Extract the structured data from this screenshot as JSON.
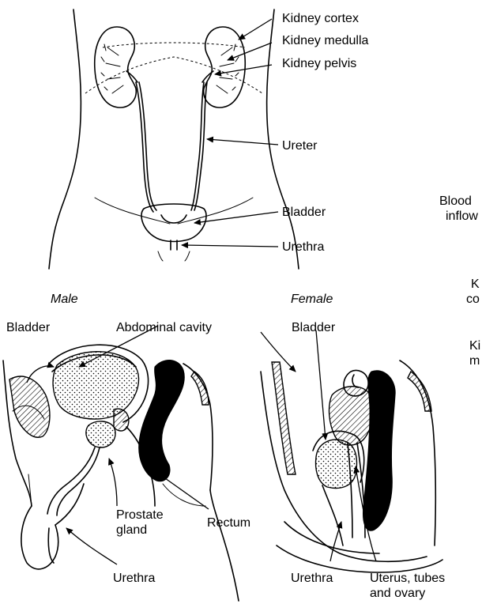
{
  "top_diagram": {
    "labels": {
      "kidney_cortex": "Kidney cortex",
      "kidney_medulla": "Kidney medulla",
      "kidney_pelvis": "Kidney pelvis",
      "ureter": "Ureter",
      "bladder": "Bladder",
      "urethra": "Urethra"
    }
  },
  "right_partial": {
    "blood_inflow": [
      "Blood",
      "inflow"
    ],
    "kidney_cortex_cut": [
      "K",
      "co"
    ],
    "kidney_medulla_cut": [
      "Ki",
      "m"
    ]
  },
  "male_diagram": {
    "heading": "Male",
    "labels": {
      "bladder": "Bladder",
      "abdominal_cavity": "Abdominal cavity",
      "prostate_gland": [
        "Prostate",
        "gland"
      ],
      "rectum": "Rectum",
      "urethra": "Urethra"
    }
  },
  "female_diagram": {
    "heading": "Female",
    "labels": {
      "bladder": "Bladder",
      "urethra": "Urethra",
      "uterus_tubes_ovary": [
        "Uterus, tubes",
        "and ovary"
      ]
    }
  }
}
